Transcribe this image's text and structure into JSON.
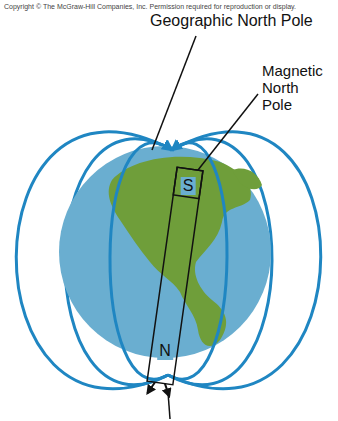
{
  "diagram": {
    "labels": [
      "Copyright © The McGraw-Hill Companies, Inc. Permission required for reproduction or display.",
      "Geographic North Pole",
      "Magnetic North Pole",
      "S",
      "N"
    ]
  }
}
